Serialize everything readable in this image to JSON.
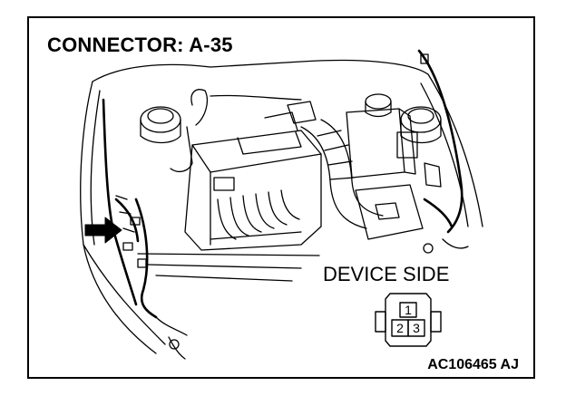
{
  "diagram": {
    "title": "CONNECTOR: A-35",
    "view_label": "DEVICE SIDE",
    "reference_code": "AC106465 AJ",
    "connector": {
      "pins": [
        "1",
        "2",
        "3"
      ]
    }
  }
}
